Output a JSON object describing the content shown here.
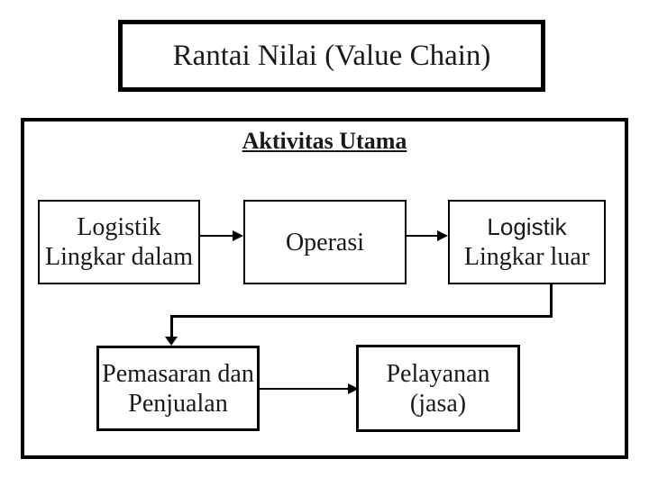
{
  "slide": {
    "title": "Rantai Nilai (Value Chain)",
    "heading": "Aktivitas Utama"
  },
  "diagram": {
    "boxes": [
      {
        "id": "logistik-lingkar-dalam",
        "line1": "Logistik",
        "line2": "Lingkar dalam"
      },
      {
        "id": "operasi",
        "line1": "Operasi"
      },
      {
        "id": "logistik-lingkar-luar",
        "line1": "Logistik",
        "line2": "Lingkar luar"
      },
      {
        "id": "pemasaran-dan-penjualan",
        "line1": "Pemasaran dan",
        "line2": "Penjualan"
      },
      {
        "id": "pelayanan-jasa",
        "line1": "Pelayanan",
        "line2": "(jasa)"
      }
    ],
    "connections": [
      {
        "from": "logistik-lingkar-dalam",
        "to": "operasi",
        "style": "straight-arrow"
      },
      {
        "from": "operasi",
        "to": "logistik-lingkar-luar",
        "style": "straight-arrow"
      },
      {
        "from": "logistik-lingkar-luar",
        "to": "pemasaran-dan-penjualan",
        "style": "elbow-arrow"
      },
      {
        "from": "pemasaran-dan-penjualan",
        "to": "pelayanan-jasa",
        "style": "straight-arrow"
      }
    ]
  },
  "colors": {
    "ink": "#000000",
    "text": "#1c1816",
    "background": "#ffffff"
  }
}
